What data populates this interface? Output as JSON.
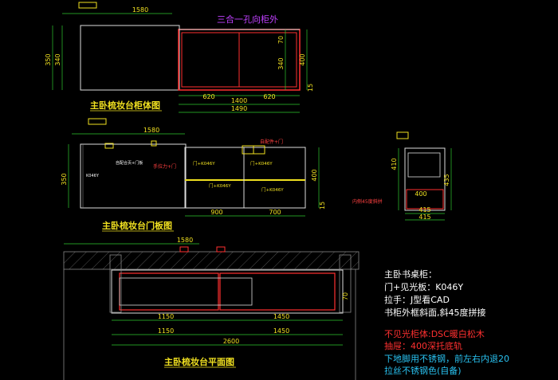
{
  "view1": {
    "title": "主卧梳妆台柜体图",
    "note": "三合一孔向柜外",
    "dims": {
      "top": "1580",
      "b1": "620",
      "b2": "1400",
      "b3": "1490",
      "bs1": "620",
      "bs2": "620",
      "v1": "350",
      "v2": "340",
      "vr1": "70",
      "vr2": "340",
      "vr3": "400",
      "vr4": "15"
    }
  },
  "view2": {
    "title": "主卧梳妆台门板图",
    "dims": {
      "top": "1580",
      "b1": "900",
      "b2": "700",
      "v1": "350",
      "vr1": "400",
      "vr2": "15"
    },
    "labels": {
      "mirror": "K046Y",
      "hinge": "自配合页+门板",
      "handle": "手拉力+门",
      "top_right": "自配件+门",
      "side": "内侧45度斜拼"
    },
    "cells": [
      "门+K046Y",
      "门+K046Y",
      "门+K046Y",
      "门+K046Y"
    ]
  },
  "view3": {
    "dims": {
      "d1": "400",
      "d2": "415",
      "d3": "415",
      "v1": "410",
      "v2": "435"
    }
  },
  "view4": {
    "title": "主卧梳妆台平面图",
    "dims": {
      "top": "1580",
      "b1": "1150",
      "b2": "1450",
      "b3": "1150",
      "b4": "1450",
      "b5": "2600",
      "v1": "70"
    }
  },
  "notes": {
    "heading": "主卧书桌柜：",
    "lines": [
      "门+见光板：K046Y",
      "拉手：J型看CAD",
      "书柜外框斜面,斜45度拼接"
    ],
    "red_lines": [
      "不见光柜体:DSC暖白松木",
      "抽屉：400深托底轨"
    ],
    "cyan_lines": [
      "下地脚用不锈钢，前左右内退20",
      "拉丝不锈钢色(自备)"
    ]
  },
  "colors": {
    "yellow": "#f0e020",
    "green": "#2ec82e",
    "red": "#ff3030",
    "cyan": "#29c3f2",
    "white": "#ffffff",
    "purple": "#c040ff"
  }
}
